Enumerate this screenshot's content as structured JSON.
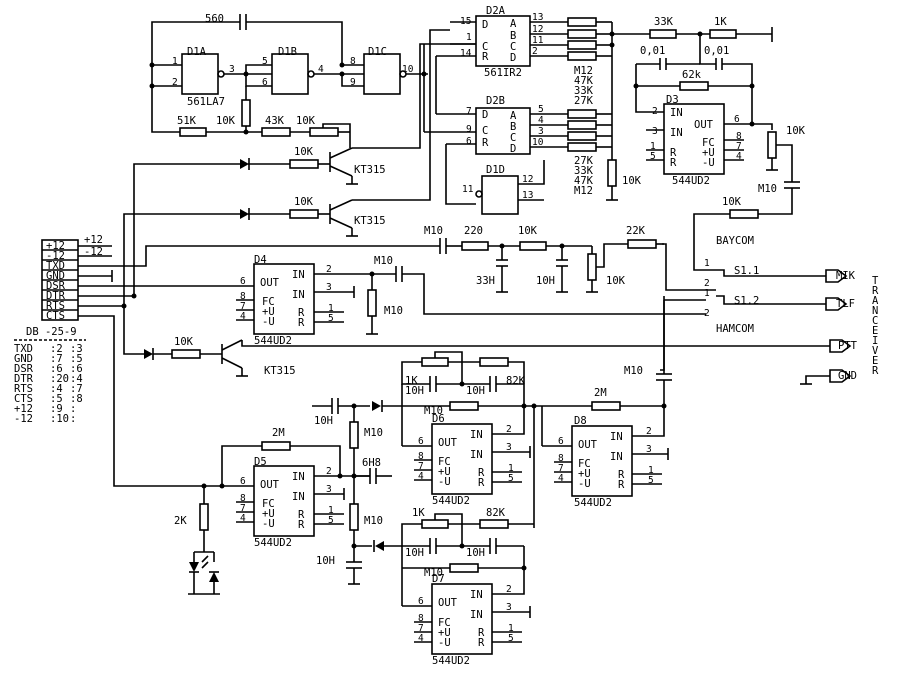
{
  "chips": {
    "d1a": "D1A",
    "d1b": "D1B",
    "d1c": "D1C",
    "d2a": "D2A",
    "d2b": "D2B",
    "d1d": "D1D",
    "d3": "D3",
    "d4": "D4",
    "d5": "D5",
    "d6": "D6",
    "d7": "D7",
    "d8": "D8",
    "la7": "561LA7",
    "ir2": "561IR2",
    "ud2": "544UD2",
    "kt315": "KT315"
  },
  "parts": {
    "c560": "560",
    "r51k": "51K",
    "r10k": "10K",
    "r43k": "43K",
    "r33k": "33K",
    "r1k": "1K",
    "c001": "0,01",
    "r62k": "62k",
    "r22k": "22K",
    "r220": "220",
    "c33h": "33H",
    "c10h": "10H",
    "m10": "M10",
    "r2m": "2M",
    "r82k": "82K",
    "r2k": "2K",
    "c6h8": "6H8",
    "m12": "M12",
    "r47k": "47K",
    "r27k": "27K"
  },
  "opamp": {
    "in": "IN",
    "out": "OUT",
    "fc": "FC",
    "plus_u": "+U",
    "minus_u": "-U",
    "r": "R"
  },
  "latch": {
    "a": "A",
    "b": "B",
    "c": "C",
    "d": "D",
    "r": "R"
  },
  "connector": {
    "rows": [
      "+12",
      "-12",
      "TXD",
      "GND",
      "DSR",
      "DTR",
      "RTS",
      "CTS"
    ],
    "side": [
      "+12",
      "-12"
    ]
  },
  "db_table": {
    "title": "DB -25-9",
    "rows": [
      [
        "TXD",
        ":2",
        ":3"
      ],
      [
        "GND",
        ":7",
        ":5"
      ],
      [
        "DSR",
        ":6",
        ":6"
      ],
      [
        "DTR",
        ":20",
        ":4"
      ],
      [
        "RTS",
        ":4",
        ":7"
      ],
      [
        "CTS",
        ":5",
        ":8"
      ],
      [
        "+12",
        ":9",
        ":"
      ],
      [
        "-12",
        ":10",
        ":"
      ]
    ]
  },
  "switch": {
    "baycom": "BAYCOM",
    "hamcom": "HAMCOM",
    "s11": "S1.1",
    "s12": "S1.2"
  },
  "outputs": {
    "mik": "MIK",
    "tlf": "TLF",
    "ptt": "PTT",
    "gnd": "GND"
  },
  "transceiver": [
    "T",
    "R",
    "A",
    "N",
    "C",
    "E",
    "I",
    "V",
    "E",
    "R"
  ]
}
